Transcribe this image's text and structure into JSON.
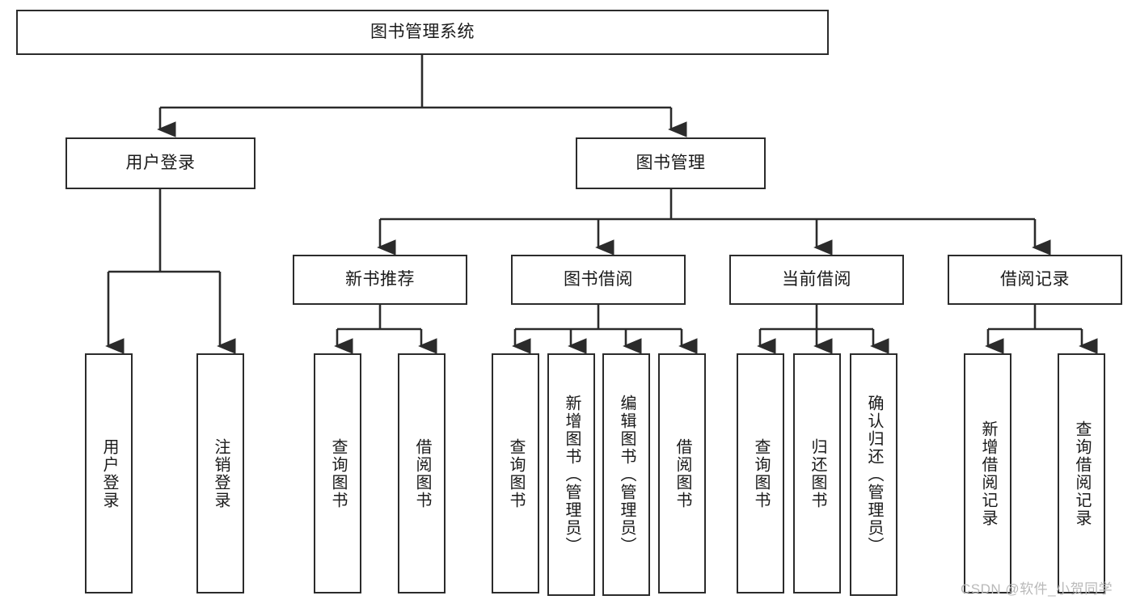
{
  "diagram": {
    "title": "图书管理系统",
    "type": "tree-hierarchy-diagram",
    "stroke_color": "#2b2b2b",
    "background_color": "#ffffff",
    "text_color": "#1a1a1a"
  },
  "root": {
    "label": "图书管理系统"
  },
  "level2": [
    {
      "label": "用户登录"
    },
    {
      "label": "图书管理"
    }
  ],
  "level3": [
    {
      "label": "新书推荐"
    },
    {
      "label": "图书借阅"
    },
    {
      "label": "当前借阅"
    },
    {
      "label": "借阅记录"
    }
  ],
  "leaves": {
    "user_login": [
      {
        "label": "用户登录"
      },
      {
        "label": "注销登录"
      }
    ],
    "new_book": [
      {
        "label": "查询图书"
      },
      {
        "label": "借阅图书"
      }
    ],
    "book_borrow": [
      {
        "label": "查询图书"
      },
      {
        "label": "新增图书（管理员）"
      },
      {
        "label": "编辑图书（管理员）"
      },
      {
        "label": "借阅图书"
      }
    ],
    "current_borrow": [
      {
        "label": "查询图书"
      },
      {
        "label": "归还图书"
      },
      {
        "label": "确认归还（管理员）"
      }
    ],
    "borrow_record": [
      {
        "label": "新增借阅记录"
      },
      {
        "label": "查询借阅记录"
      }
    ]
  },
  "watermark": {
    "text": "CSDN @软件_小贺同学"
  }
}
